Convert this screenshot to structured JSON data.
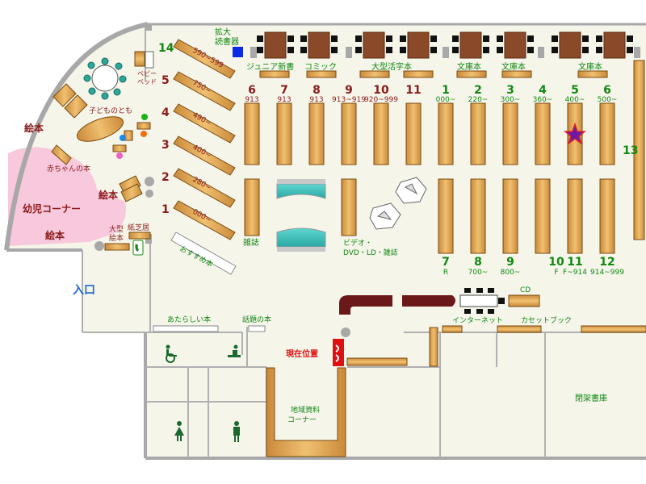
{
  "labels": {
    "enlarge_reader": "拡大\n読書器",
    "junior_new": "ジュニア新書",
    "comic": "コミック",
    "large_print": "大型活字本",
    "bunko1": "文庫本",
    "bunko2": "文庫本",
    "bunko3": "文庫本",
    "baby_bed": "ベビー\nベッド",
    "kodomo_no_tomo": "子どものとも",
    "ehon1": "絵本",
    "ehon2": "絵本",
    "ehon3": "絵本",
    "akachan": "赤ちゃんの本",
    "youji_corner": "幼児コーナー",
    "oogata_ehon": "大型\n絵本",
    "kamishibai": "紙芝居",
    "osusume": "おすすめ本",
    "zasshi": "雑誌",
    "video": "ビデオ・\nDVD・LD・雑誌",
    "entrance": "入口",
    "atarashii": "あたらしい本",
    "wadai": "話題の本",
    "genzai": "現在位置",
    "cd": "CD",
    "internet": "インターネット",
    "cassette": "カセットブック",
    "kaika_shoko": "閉架書庫",
    "chiiki_shiryo": "地域資料\nコーナー"
  },
  "diag_shelves": [
    {
      "num": "14",
      "range": "590~599"
    },
    {
      "num": "5",
      "range": "750~"
    },
    {
      "num": "4",
      "range": "490~"
    },
    {
      "num": "3",
      "range": "400~"
    },
    {
      "num": "2",
      "range": "280~"
    },
    {
      "num": "1",
      "range": "000~"
    }
  ],
  "top_row_red": [
    {
      "num": "6",
      "code": "913"
    },
    {
      "num": "7",
      "code": "913"
    },
    {
      "num": "8",
      "code": "913"
    },
    {
      "num": "9",
      "code": "913~919"
    },
    {
      "num": "10",
      "code": "920~999"
    },
    {
      "num": "11",
      "code": ""
    }
  ],
  "top_row_green": [
    {
      "num": "1",
      "code": "000~"
    },
    {
      "num": "2",
      "code": "220~"
    },
    {
      "num": "3",
      "code": "300~"
    },
    {
      "num": "4",
      "code": "360~"
    },
    {
      "num": "5",
      "code": "400~"
    },
    {
      "num": "6",
      "code": "500~"
    }
  ],
  "side_shelf": {
    "num": "13"
  },
  "bottom_row_green": [
    {
      "num": "7",
      "code": "R"
    },
    {
      "num": "8",
      "code": "700~"
    },
    {
      "num": "9",
      "code": "800~"
    },
    {
      "num": "10",
      "code": "F"
    },
    {
      "num": "11",
      "code": "F~914"
    },
    {
      "num": "12",
      "code": "914~999"
    }
  ],
  "colors": {
    "wall": "#a8a8a8",
    "floor": "#f5f5ea",
    "shelf": "#daa050",
    "shelf_stroke": "#7a4a10",
    "red_text": "#8b1a1a",
    "green_text": "#118811",
    "pink": "#f8c8dc",
    "entrance_blue": "#1a6ad8"
  }
}
